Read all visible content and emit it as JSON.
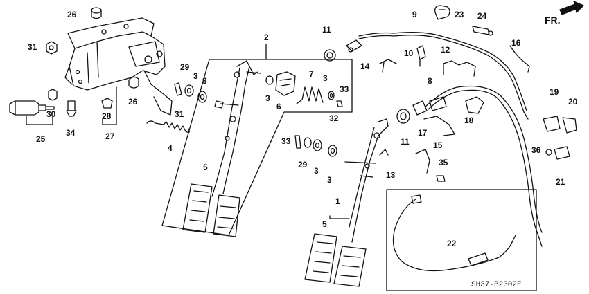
{
  "direction_label": "FR.",
  "diagram_code": "SH37-B2302E",
  "callouts": [
    {
      "id": "c26a",
      "label": "26"
    },
    {
      "id": "c31a",
      "label": "31"
    },
    {
      "id": "c25",
      "label": "25"
    },
    {
      "id": "c30",
      "label": "30"
    },
    {
      "id": "c34",
      "label": "34"
    },
    {
      "id": "c28",
      "label": "28"
    },
    {
      "id": "c27",
      "label": "27"
    },
    {
      "id": "c26b",
      "label": "26"
    },
    {
      "id": "c29a",
      "label": "29"
    },
    {
      "id": "c3a",
      "label": "3"
    },
    {
      "id": "c3b",
      "label": "3"
    },
    {
      "id": "c31b",
      "label": "31"
    },
    {
      "id": "c4",
      "label": "4"
    },
    {
      "id": "c2",
      "label": "2"
    },
    {
      "id": "c5a",
      "label": "5"
    },
    {
      "id": "c3c",
      "label": "3"
    },
    {
      "id": "c6",
      "label": "6"
    },
    {
      "id": "c7",
      "label": "7"
    },
    {
      "id": "c3d",
      "label": "3"
    },
    {
      "id": "c33a",
      "label": "33"
    },
    {
      "id": "c32",
      "label": "32"
    },
    {
      "id": "c11a",
      "label": "11"
    },
    {
      "id": "c9",
      "label": "9"
    },
    {
      "id": "c23",
      "label": "23"
    },
    {
      "id": "c24",
      "label": "24"
    },
    {
      "id": "c10",
      "label": "10"
    },
    {
      "id": "c12",
      "label": "12"
    },
    {
      "id": "c14",
      "label": "14"
    },
    {
      "id": "c16",
      "label": "16"
    },
    {
      "id": "c8",
      "label": "8"
    },
    {
      "id": "c11b",
      "label": "11"
    },
    {
      "id": "c33b",
      "label": "33"
    },
    {
      "id": "c29b",
      "label": "29"
    },
    {
      "id": "c3e",
      "label": "3"
    },
    {
      "id": "c3f",
      "label": "3"
    },
    {
      "id": "c13",
      "label": "13"
    },
    {
      "id": "c17",
      "label": "17"
    },
    {
      "id": "c15",
      "label": "15"
    },
    {
      "id": "c18",
      "label": "18"
    },
    {
      "id": "c19",
      "label": "19"
    },
    {
      "id": "c20",
      "label": "20"
    },
    {
      "id": "c36",
      "label": "36"
    },
    {
      "id": "c35",
      "label": "35"
    },
    {
      "id": "c21",
      "label": "21"
    },
    {
      "id": "c1",
      "label": "1"
    },
    {
      "id": "c5b",
      "label": "5"
    },
    {
      "id": "c22",
      "label": "22"
    }
  ]
}
